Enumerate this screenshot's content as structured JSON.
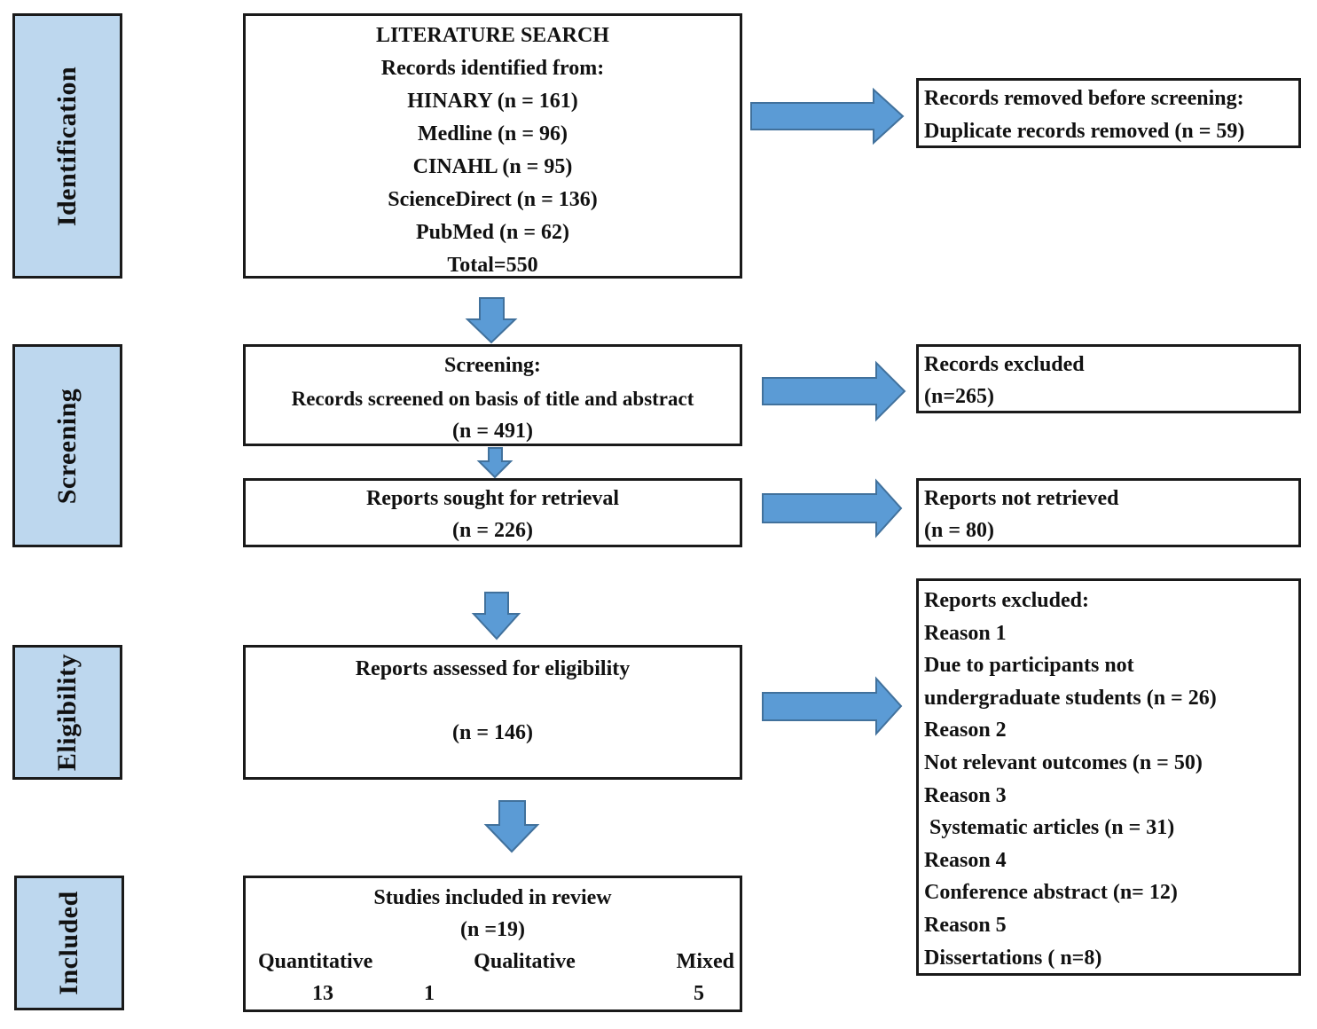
{
  "stages": {
    "identification": "Identification",
    "screening": "Screening",
    "eligibility": "Eligibility",
    "included": "Included"
  },
  "literature_search": {
    "title": "LITERATURE SEARCH",
    "subtitle": "Records identified from:",
    "sources": [
      "HINARY (n = 161)",
      "Medline (n = 96)",
      "CINAHL (n = 95)",
      "ScienceDirect (n = 136)",
      "PubMed (n = 62)"
    ],
    "total": "Total=550"
  },
  "removed_before_screening": {
    "line1": "Records removed before screening:",
    "line2": "Duplicate records removed (n = 59)"
  },
  "screening": {
    "line1": "Screening:",
    "line2": "Records screened on basis of title and abstract",
    "line3": "(n = 491)"
  },
  "records_excluded": {
    "line1": "Records excluded",
    "line2": "(n=265)"
  },
  "sought_retrieval": {
    "line1": "Reports sought for retrieval",
    "line2": "(n = 226)"
  },
  "not_retrieved": {
    "line1": "Reports not retrieved",
    "line2": "(n = 80)"
  },
  "assessed_eligibility": {
    "line1": "Reports assessed for eligibility",
    "line2": "(n = 146)"
  },
  "reports_excluded": {
    "lines": [
      "Reports excluded:",
      "Reason 1",
      "Due to participants not",
      "undergraduate students (n = 26)",
      "Reason 2",
      "Not relevant outcomes (n = 50)",
      "Reason 3",
      " Systematic articles (n = 31)",
      "Reason 4",
      "Conference abstract (n= 12)",
      "Reason 5",
      "Dissertations ( n=8)"
    ]
  },
  "included": {
    "line1": "Studies included in review",
    "line2": "(n =19)",
    "types": [
      {
        "label": "Quantitative",
        "count": "13"
      },
      {
        "label": "Qualitative",
        "count": "1"
      },
      {
        "label": "Mixed",
        "count": "5"
      }
    ]
  },
  "colors": {
    "stage_fill": "#bdd7ee",
    "arrow_fill": "#5b9bd5",
    "arrow_stroke": "#41719c",
    "border": "#1a1a1a"
  }
}
